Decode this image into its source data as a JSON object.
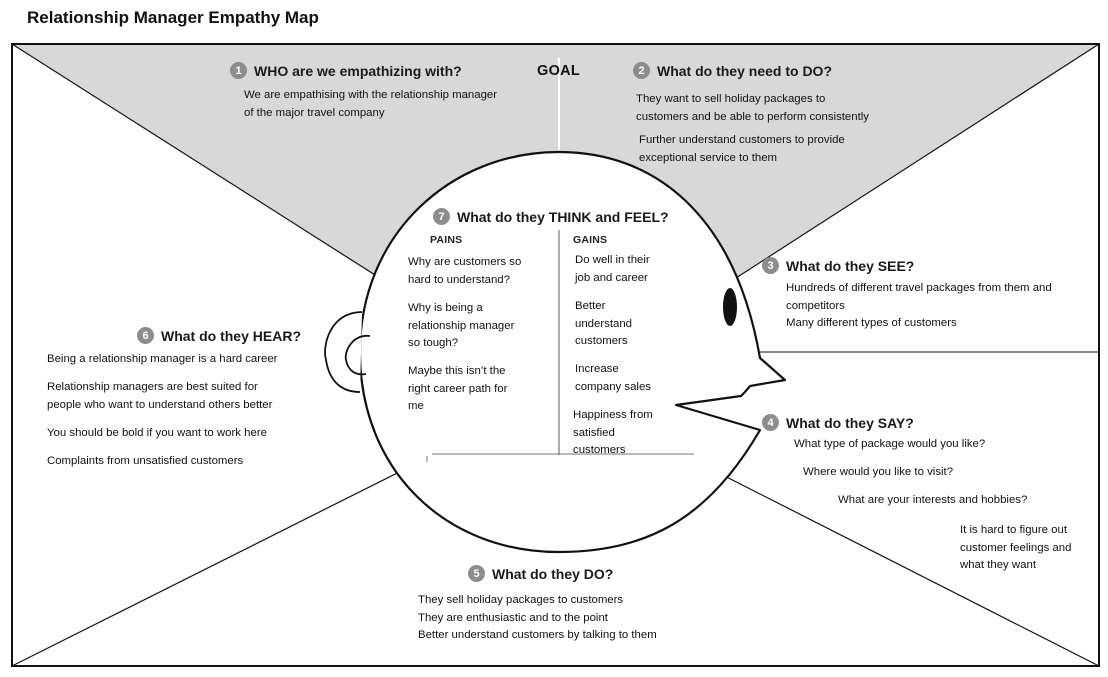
{
  "title": "Relationship Manager Empathy Map",
  "goal_label": "GOAL",
  "colors": {
    "shade": "#d8d8d8",
    "line": "#111111",
    "badge": "#8d8d8d"
  },
  "sections": {
    "who": {
      "number": "1",
      "heading": "WHO are we empathizing with?",
      "lines": [
        "We are empathising with the relationship manager",
        "of the major travel company"
      ]
    },
    "do_need": {
      "number": "2",
      "heading": "What do they need to DO?",
      "lines_a": [
        "They want to sell holiday packages to",
        "customers and be able to perform consistently"
      ],
      "lines_b": [
        "Further understand customers to provide",
        "exceptional service to them"
      ]
    },
    "see": {
      "number": "3",
      "heading": "What do they SEE?",
      "lines": [
        "Hundreds of different travel packages from them and",
        "competitors",
        "Many different types of customers"
      ]
    },
    "say": {
      "number": "4",
      "heading": "What do they SAY?",
      "items": [
        "What type of package would you like?",
        "Where would you like to visit?",
        "What are your interests and hobbies?"
      ],
      "last": [
        "It is hard to figure out",
        "customer feelings and",
        "what they want"
      ]
    },
    "do": {
      "number": "5",
      "heading": "What do they DO?",
      "lines": [
        "They sell holiday packages to customers",
        "They are enthusiastic and to the point",
        "Better understand customers by talking to them"
      ]
    },
    "hear": {
      "number": "6",
      "heading": "What do they HEAR?",
      "items": [
        "Being a relationship manager is a hard career",
        "Relationship managers are best suited for\npeople who want to understand others better",
        "You should be bold if you want to work here",
        "Complaints from unsatisfied customers"
      ]
    },
    "think": {
      "number": "7",
      "heading": "What do they THINK and FEEL?",
      "pains_label": "PAINS",
      "gains_label": "GAINS",
      "pains": [
        "Why are customers so\nhard to understand?",
        "Why is being a\nrelationship manager\nso tough?",
        "Maybe this isn’t the\nright career path for\nme"
      ],
      "gains": [
        "Do well in their\njob and career",
        "Better\nunderstand\ncustomers",
        "Increase\ncompany sales",
        "Happiness from\nsatisfied\ncustomers"
      ]
    }
  }
}
